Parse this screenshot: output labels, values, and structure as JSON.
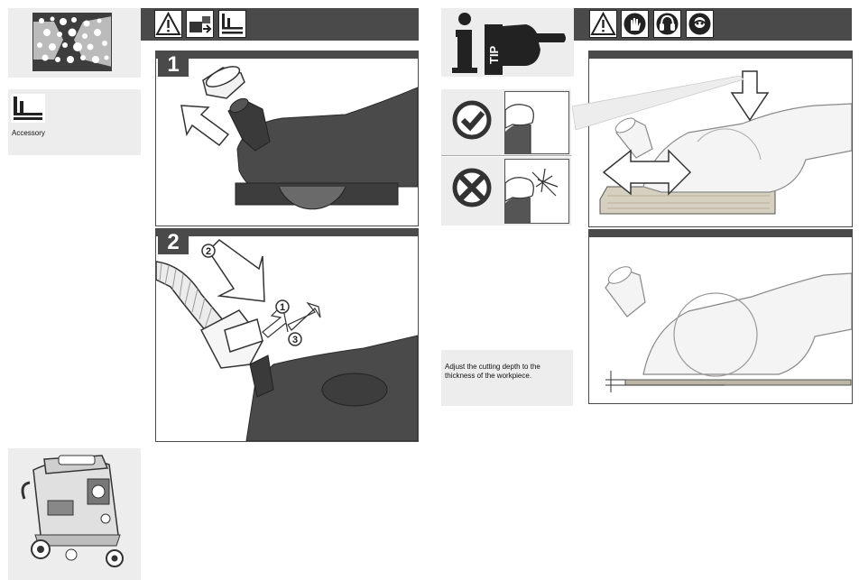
{
  "left_sidebar": {
    "accessory_label": "Accessory"
  },
  "tip_panel": {
    "tip_label": "TIP",
    "caption": "Adjust the cutting depth to the thickness of the workpiece."
  },
  "steps": [
    {
      "number": "1"
    },
    {
      "number": "2"
    }
  ],
  "callouts": [
    "1",
    "2",
    "3"
  ]
}
